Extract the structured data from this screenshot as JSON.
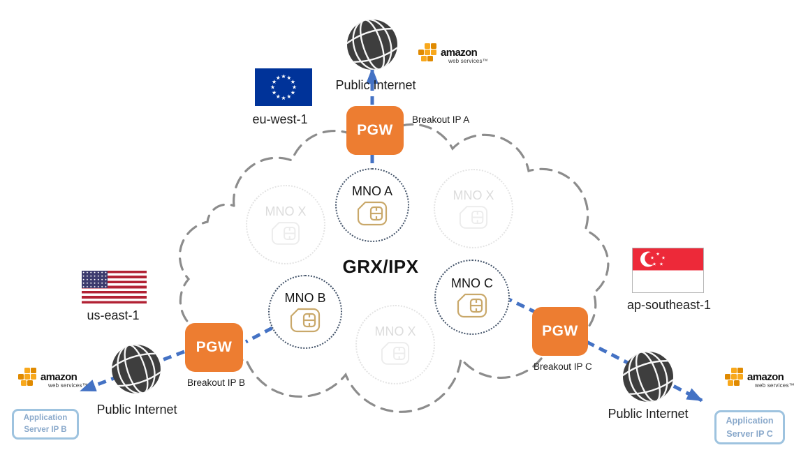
{
  "core": {
    "label": "GRX/IPX"
  },
  "internet": {
    "label": "Public Internet"
  },
  "aws": {
    "line1": "amazon",
    "line2": "web services™"
  },
  "regions": {
    "eu": {
      "label": "eu-west-1"
    },
    "us": {
      "label": "us-east-1"
    },
    "sg": {
      "label": "ap-southeast-1"
    }
  },
  "pgw": {
    "label": "PGW"
  },
  "breakout": {
    "a": "Breakout IP A",
    "b": "Breakout IP B",
    "c": "Breakout IP C"
  },
  "mno": {
    "a": "MNO A",
    "b": "MNO B",
    "c": "MNO C",
    "x": "MNO X"
  },
  "app_servers": {
    "b": {
      "line1": "Application",
      "line2": "Server IP B"
    },
    "c": {
      "line1": "Application",
      "line2": "Server IP C"
    }
  },
  "colors": {
    "pgw_box": "#ED7D31",
    "arrow_blue": "#4472C4",
    "cloud_outline": "#8C8C8C",
    "mno_dotted_border": "#44546A",
    "sim_icon": "#C9A86A",
    "faded_gray": "#E3E3E3",
    "app_server_border": "#9EC3DF",
    "app_server_text": "#8AA9CB",
    "aws_gold": "#F8A81C",
    "globe": "#3E3E3E",
    "eu_flag_blue": "#003399",
    "us_flag_red": "#B22234",
    "us_flag_canton": "#3C3B6E",
    "sg_flag_red": "#ED2939"
  }
}
